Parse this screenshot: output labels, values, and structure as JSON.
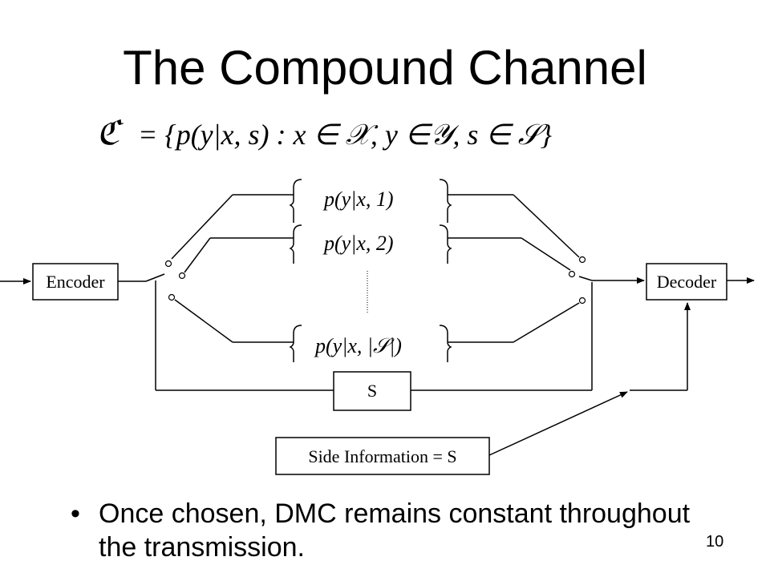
{
  "slide": {
    "title": "The Compound Channel",
    "set_definition": {
      "lhs": "ℭ",
      "rhs": "= {p(y|x, s) : x ∈ 𝒳, y ∈𝒴, s ∈ 𝒮}"
    },
    "channels": [
      "p(y|x, 1)",
      "p(y|x, 2)",
      "p(y|x, |𝒮|)"
    ],
    "encoder_label": "Encoder",
    "decoder_label": "Decoder",
    "state_label": "S",
    "side_info_label": "Side Information = S",
    "bullet_marker": "•",
    "bullet_text": "Once chosen, DMC remains constant throughout the transmission.",
    "page_number": "10"
  }
}
